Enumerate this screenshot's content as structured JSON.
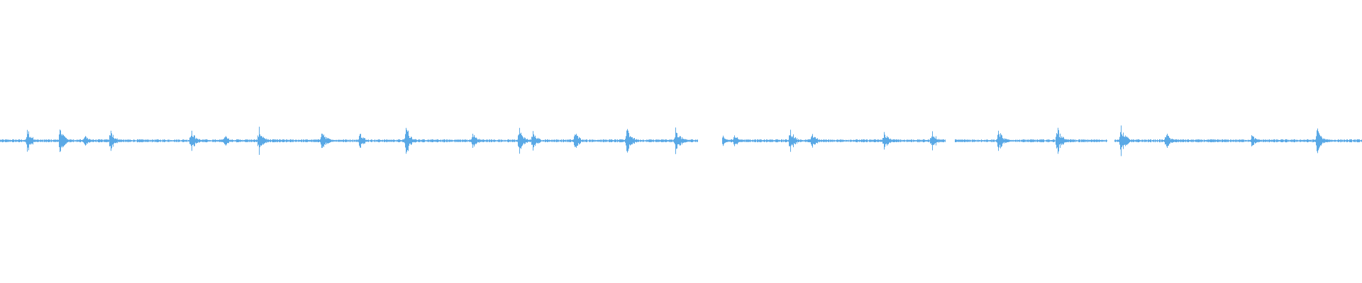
{
  "waveform": {
    "color": "#5aa9e6",
    "background": "#ffffff",
    "peak_level": 0.22,
    "floor_level": 0.015,
    "bursts": [
      {
        "t": 0.02,
        "a": 0.8
      },
      {
        "t": 0.044,
        "a": 0.9
      },
      {
        "t": 0.062,
        "a": 0.4
      },
      {
        "t": 0.081,
        "a": 0.7
      },
      {
        "t": 0.14,
        "a": 0.75
      },
      {
        "t": 0.165,
        "a": 0.35
      },
      {
        "t": 0.19,
        "a": 0.85
      },
      {
        "t": 0.236,
        "a": 0.8
      },
      {
        "t": 0.264,
        "a": 0.55
      },
      {
        "t": 0.298,
        "a": 1.0
      },
      {
        "t": 0.347,
        "a": 0.5
      },
      {
        "t": 0.381,
        "a": 0.85
      },
      {
        "t": 0.391,
        "a": 0.65
      },
      {
        "t": 0.422,
        "a": 0.6
      },
      {
        "t": 0.46,
        "a": 1.0
      },
      {
        "t": 0.496,
        "a": 0.9
      },
      {
        "t": 0.529,
        "a": 0.55
      },
      {
        "t": 0.539,
        "a": 0.5
      },
      {
        "t": 0.58,
        "a": 0.8
      },
      {
        "t": 0.596,
        "a": 0.55
      },
      {
        "t": 0.649,
        "a": 0.6
      },
      {
        "t": 0.684,
        "a": 0.7
      },
      {
        "t": 0.733,
        "a": 0.75
      },
      {
        "t": 0.776,
        "a": 1.0
      },
      {
        "t": 0.823,
        "a": 0.95
      },
      {
        "t": 0.856,
        "a": 0.55
      },
      {
        "t": 0.919,
        "a": 0.4
      },
      {
        "t": 0.967,
        "a": 0.85
      }
    ],
    "gaps": [
      {
        "start": 0.512,
        "end": 0.53
      },
      {
        "start": 0.694,
        "end": 0.701
      },
      {
        "start": 0.813,
        "end": 0.818
      }
    ]
  }
}
